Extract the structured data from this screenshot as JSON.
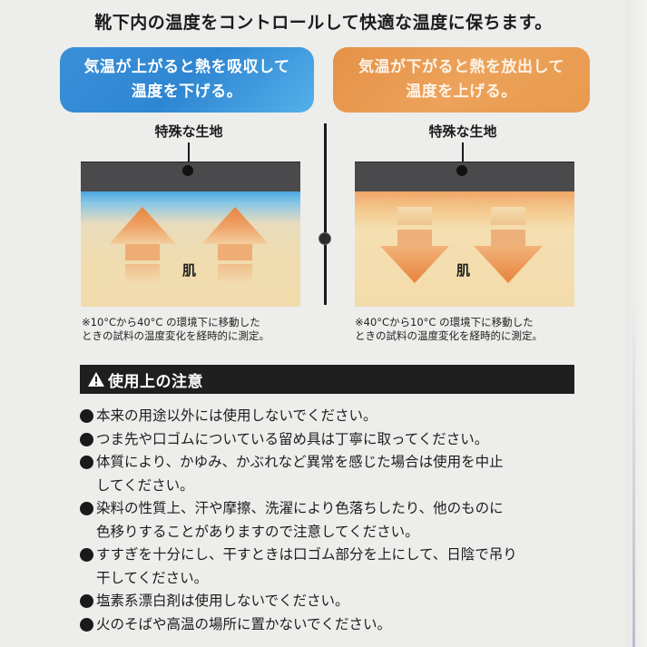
{
  "title": "靴下内の温度をコントロールして快適な温度に保ちます。",
  "pills": {
    "cool": {
      "line1": "気温が上がると熱を吸収して",
      "line2": "温度を下げる。",
      "color": "#2f86d2"
    },
    "warm": {
      "line1": "気温が下がると熱を放出して",
      "line2": "温度を上げる。",
      "color": "#e99a4e"
    }
  },
  "diagrams": {
    "cool": {
      "fabric_label": "特殊な生地",
      "skin_label": "肌",
      "arrow_direction": "up",
      "note_line1": "※10°Cから40°C の環境下に移動した",
      "note_line2": "ときの試料の温度変化を経時的に測定。"
    },
    "warm": {
      "fabric_label": "特殊な生地",
      "skin_label": "肌",
      "arrow_direction": "down",
      "note_line1": "※40°Cから10°C の環境下に移動した",
      "note_line2": "ときの試料の温度変化を経時的に測定。"
    }
  },
  "icons": {
    "warning": "warning-triangle-icon",
    "bullet": "filled-circle-bullet",
    "arrow_up": "arrow-up-icon",
    "arrow_down": "arrow-down-icon"
  },
  "caution": {
    "title": "使用上の注意",
    "items": [
      "本来の用途以外には使用しないでください。",
      "つま先や口ゴムについている留め具は丁寧に取ってください。",
      "体質により、かゆみ、かぶれなど異常を感じた場合は使用を中止してください。",
      "染料の性質上、汗や摩擦、洗濯により色落ちしたり、他のものに色移りすることがありますので注意してください。",
      "すすぎを十分にし、干すときは口ゴム部分を上にして、日陰で吊り干してください。",
      "塩素系漂白剤は使用しないでください。",
      "火のそばや高温の場所に置かないでください。"
    ],
    "items_lines": [
      [
        "本来の用途以外には使用しないでください。"
      ],
      [
        "つま先や口ゴムについている留め具は丁寧に取ってください。"
      ],
      [
        "体質により、かゆみ、かぶれなど異常を感じた場合は使用を中止",
        "してください。"
      ],
      [
        "染料の性質上、汗や摩擦、洗濯により色落ちしたり、他のものに",
        "色移りすることがありますので注意してください。"
      ],
      [
        "すすぎを十分にし、干すときは口ゴム部分を上にして、日陰で吊り",
        "干してください。"
      ],
      [
        "塩素系漂白剤は使用しないでください。"
      ],
      [
        "火のそばや高温の場所に置かないでください。"
      ]
    ]
  }
}
